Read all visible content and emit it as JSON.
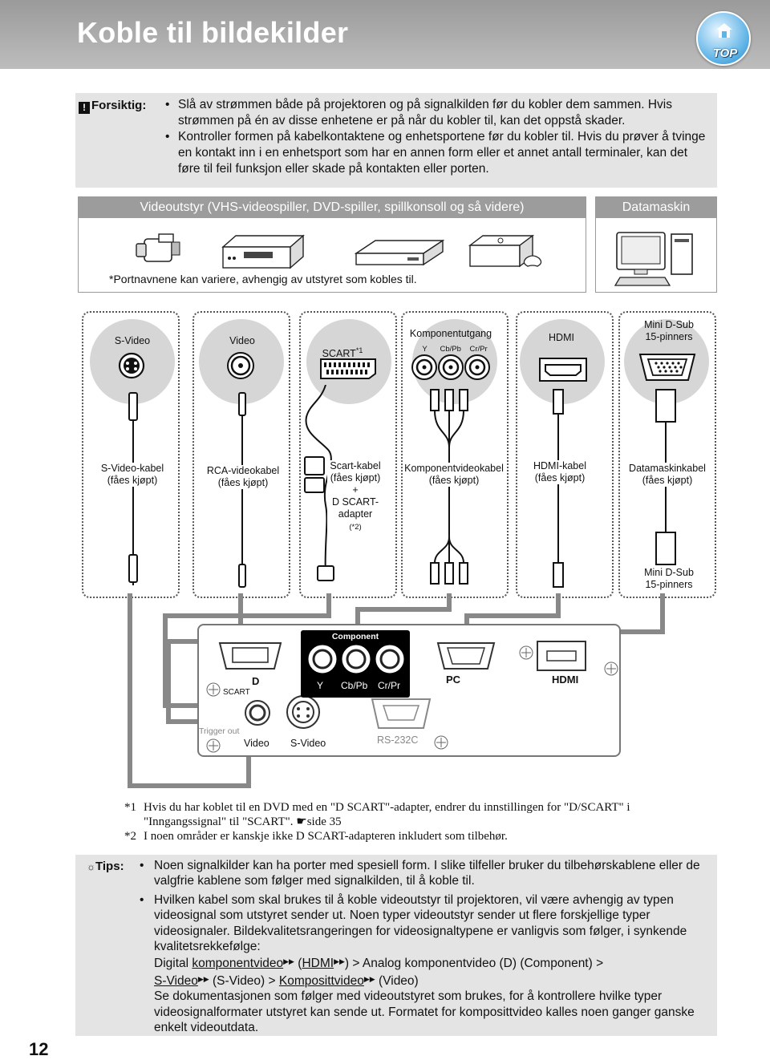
{
  "header": {
    "title": "Koble til bildekilder",
    "top_button": "TOP"
  },
  "caution": {
    "label": "Forsiktig:",
    "items": [
      "Slå av strømmen både på projektoren og på signalkilden før du kobler dem sammen. Hvis strømmen på én av disse enhetene er på når du kobler til, kan det oppstå skader.",
      "Kontroller formen på kabelkontaktene og enhetsportene før du kobler til. Hvis du prøver å tvinge en kontakt inn i en enhetsport som har en annen form eller et annet antall terminaler, kan det føre til feil funksjon eller skade på kontakten eller porten."
    ]
  },
  "devices": {
    "video_header": "Videoutstyr (VHS-videospiller, DVD-spiller, spillkonsoll og så videre)",
    "pc_header": "Datamaskin",
    "note": "*Portnavnene kan variere, avhengig av utstyret som kobles til."
  },
  "ports": [
    {
      "name": "S-Video",
      "cable": "S-Video-kabel",
      "cable_note": "(fåes kjøpt)"
    },
    {
      "name": "Video",
      "cable": "RCA-videokabel",
      "cable_note": "(fåes kjøpt)"
    },
    {
      "name": "SCART",
      "sup": "*1",
      "cable": "Scart-kabel",
      "cable_note": "(fåes kjøpt)",
      "plus": "+",
      "adapter": "D SCART-",
      "adapter2": "adapter",
      "adapter_note": "(*2)"
    },
    {
      "name": "Komponentutgang",
      "sub": [
        "Y",
        "Cb/Pb",
        "Cr/Pr"
      ],
      "cable": "Komponentvideokabel",
      "cable_note": "(fåes kjøpt)"
    },
    {
      "name": "HDMI",
      "cable": "HDMI-kabel",
      "cable_note": "(fåes kjøpt)"
    },
    {
      "name": "Mini D-Sub",
      "name2": "15-pinners",
      "cable": "Datamaskinkabel",
      "cable_note": "(fåes kjøpt)",
      "end": "Mini D-Sub",
      "end2": "15-pinners"
    }
  ],
  "panel": {
    "component": "Component",
    "y": "Y",
    "cb": "Cb/Pb",
    "cr": "Cr/Pr",
    "pc": "PC",
    "hdmi": "HDMI",
    "d": "D",
    "scart": "SCART",
    "trigger": "Trigger out",
    "video": "Video",
    "svideo": "S-Video",
    "rs232": "RS-232C"
  },
  "footnotes": [
    {
      "mark": "*1",
      "text": "Hvis du har koblet til en DVD med en \"D SCART\"-adapter, endrer du innstillingen for \"D/SCART\" i \"Inngangssignal\" til \"SCART\".",
      "ref": "side 35"
    },
    {
      "mark": "*2",
      "text": "I noen områder er kanskje ikke D SCART-adapteren inkludert som tilbehør."
    }
  ],
  "tips": {
    "label": "Tips:",
    "item1": "Noen signalkilder kan ha porter med spesiell form. I slike tilfeller bruker du tilbehørskablene eller de valgfrie kablene som følger med signalkilden, til å koble til.",
    "item2_intro": "Hvilken kabel som skal brukes til å koble videoutstyr til projektoren, vil være avhengig av typen videosignal som utstyret sender ut. Noen typer videoutstyr sender ut flere forskjellige typer videosignaler. Bildekvalitetsrangeringen for videosignaltypene er vanligvis som følger, i synkende kvalitetsrekkefølge:",
    "digital": "Digital ",
    "link_component": "komponentvideo",
    "open_paren": " (",
    "link_hdmi": "HDMI",
    "after_hdmi": ") > Analog komponentvideo (D) (Component) >",
    "link_svideo": "S-Video",
    "after_svideo": " (S-Video) > ",
    "link_composite": "Komposittvideo",
    "after_composite": " (Video)",
    "item2_end": "Se dokumentasjonen som følger med videoutstyret som brukes, for å kontrollere hvilke typer videosignalformater utstyret kan sende ut. Formatet for komposittvideo kalles noen ganger ganske enkelt videoutdata."
  },
  "page_number": "12"
}
